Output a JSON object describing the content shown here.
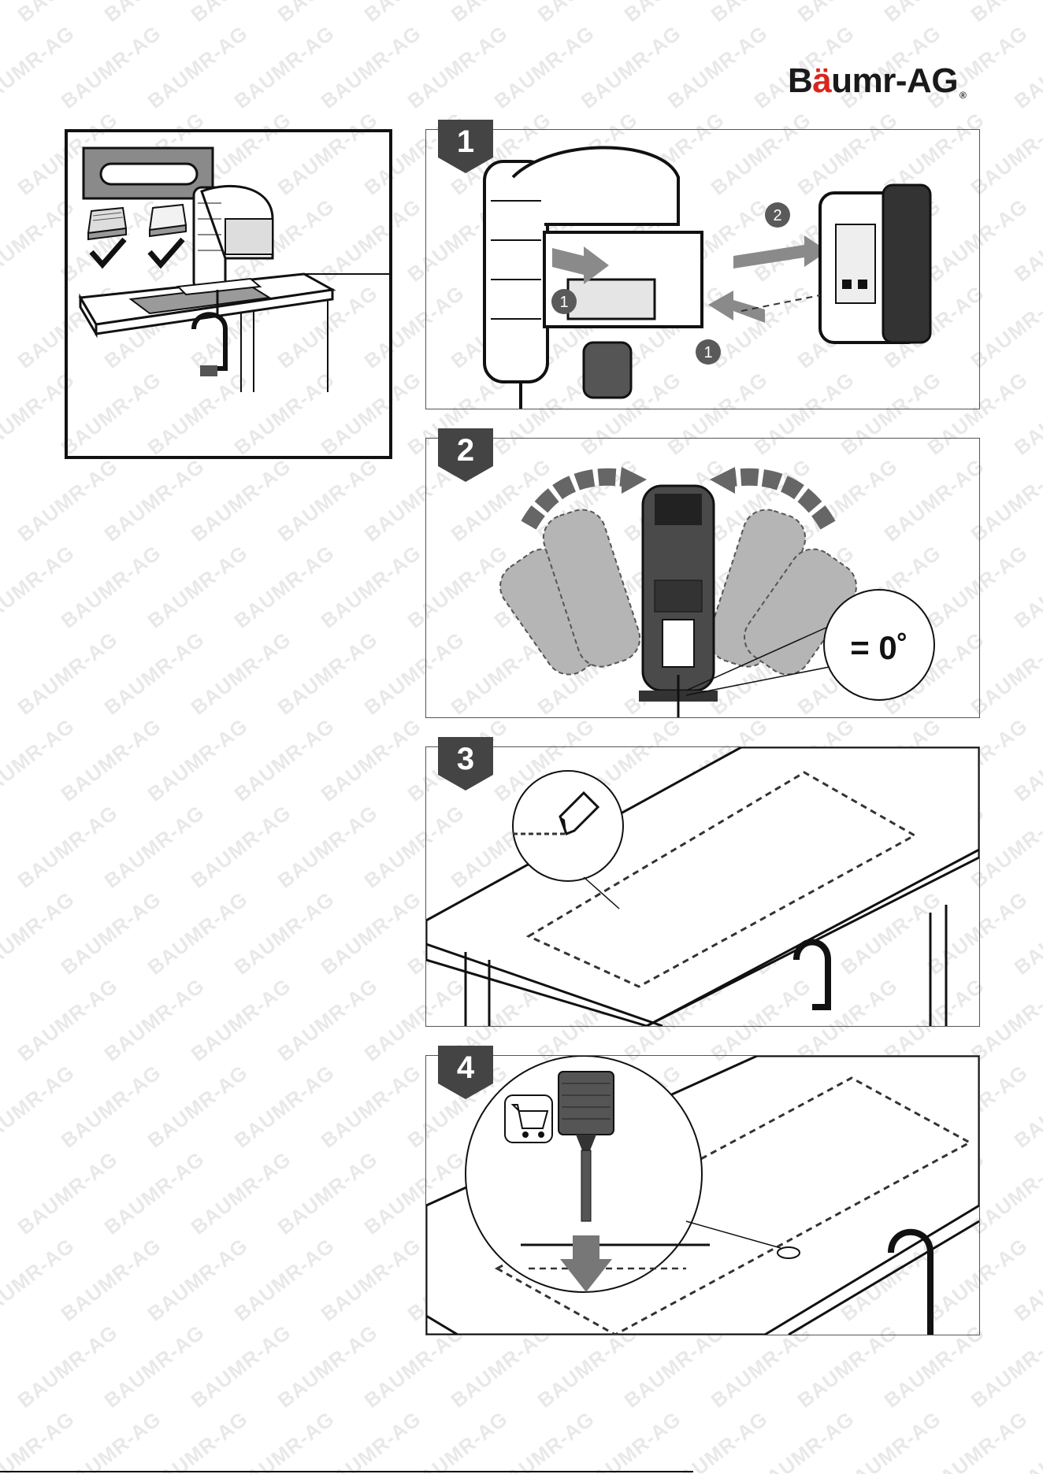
{
  "brand": {
    "name_part1": "B",
    "name_umlaut": "ä",
    "name_part2": "umr-AG",
    "registered": "®",
    "accent_color": "#d9261c"
  },
  "watermark_text": "BAUMR-AG",
  "steps": [
    {
      "number": "1"
    },
    {
      "number": "2"
    },
    {
      "number": "3"
    },
    {
      "number": "4"
    }
  ],
  "step1": {
    "callouts": [
      "1",
      "2",
      "1"
    ]
  },
  "step2": {
    "angle_label": "= 0˚"
  },
  "icons": [
    "check-icon",
    "check-icon",
    "cart-icon",
    "pencil-icon",
    "drill-bit-icon",
    "arrow-down-icon"
  ]
}
